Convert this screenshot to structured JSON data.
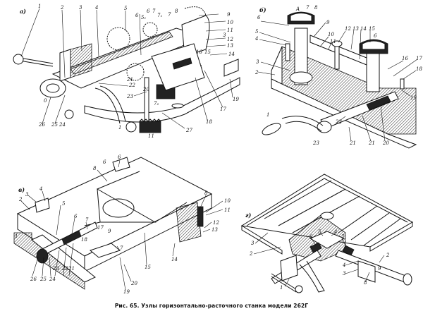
{
  "figure": {
    "caption": "Рис. 65. Узлы горизонтально-расточного станка модели 262Г"
  },
  "panels": [
    {
      "id": "a",
      "label": "а)",
      "description": "spindle drive unit with gears and handwheels",
      "callouts": [
        "1",
        "2",
        "3",
        "4",
        "5",
        "6",
        "7",
        "8",
        "9",
        "10",
        "11",
        "3",
        "12",
        "13",
        "14",
        "15",
        "16",
        "17",
        "18",
        "19",
        "20",
        "21",
        "22",
        "23",
        "24",
        "25",
        "26",
        "27",
        "5₁",
        "7₁",
        "7₂",
        "1",
        "I"
      ]
    },
    {
      "id": "b",
      "label": "б)",
      "description": "clamping mechanism with handle",
      "callouts": [
        "A",
        "7",
        "8",
        "6",
        "5",
        "4",
        "9",
        "10",
        "11",
        "12",
        "13",
        "14",
        "15",
        "6",
        "16",
        "17",
        "18",
        "19",
        "3",
        "2",
        "1",
        "22",
        "23",
        "21",
        "21",
        "20"
      ]
    },
    {
      "id": "v",
      "label": "в)",
      "description": "table slide clamping with levers",
      "callouts": [
        "6",
        "6",
        "8",
        "4",
        "3",
        "2",
        "5",
        "6",
        "7",
        "17",
        "9",
        "18",
        "1",
        "26",
        "25",
        "24",
        "23",
        "22",
        "21",
        "7",
        "19",
        "20",
        "15",
        "14",
        "8",
        "10",
        "11",
        "12",
        "13"
      ]
    },
    {
      "id": "g",
      "label": "г)",
      "description": "rotary table with T-slots and clamping",
      "callouts": [
        "3",
        "2",
        "5",
        "4",
        "6",
        "7",
        "1",
        "4",
        "3",
        "2",
        "8",
        "9"
      ]
    }
  ],
  "labels": {
    "a": [
      {
        "t": "а)"
      },
      {
        "t": "1"
      },
      {
        "t": "2"
      },
      {
        "t": "3"
      },
      {
        "t": "4"
      },
      {
        "t": "5"
      },
      {
        "t": "6"
      },
      {
        "t": "5₁"
      },
      {
        "t": "6"
      },
      {
        "t": "7"
      },
      {
        "t": "7₁"
      },
      {
        "t": "7"
      },
      {
        "t": "8"
      },
      {
        "t": "9"
      },
      {
        "t": "10"
      },
      {
        "t": "11"
      },
      {
        "t": "3"
      },
      {
        "t": "12"
      },
      {
        "t": "13"
      },
      {
        "t": "14"
      },
      {
        "t": "15"
      },
      {
        "t": "16"
      },
      {
        "t": "17"
      },
      {
        "t": "18"
      },
      {
        "t": "19"
      },
      {
        "t": "20"
      },
      {
        "t": "21"
      },
      {
        "t": "22"
      },
      {
        "t": "23"
      },
      {
        "t": "24"
      },
      {
        "t": "25"
      },
      {
        "t": "26"
      },
      {
        "t": "27"
      },
      {
        "t": "1"
      },
      {
        "t": "7₂"
      },
      {
        "t": "11"
      },
      {
        "t": "0"
      }
    ],
    "b": [
      {
        "t": "б)"
      },
      {
        "t": "A"
      },
      {
        "t": "7"
      },
      {
        "t": "8"
      },
      {
        "t": "6"
      },
      {
        "t": "5"
      },
      {
        "t": "4"
      },
      {
        "t": "9"
      },
      {
        "t": "10"
      },
      {
        "t": "11"
      },
      {
        "t": "12"
      },
      {
        "t": "13"
      },
      {
        "t": "14"
      },
      {
        "t": "15"
      },
      {
        "t": "6"
      },
      {
        "t": "16"
      },
      {
        "t": "17"
      },
      {
        "t": "18"
      },
      {
        "t": "19"
      },
      {
        "t": "3"
      },
      {
        "t": "2"
      },
      {
        "t": "1"
      },
      {
        "t": "22"
      },
      {
        "t": "23"
      },
      {
        "t": "21"
      },
      {
        "t": "21"
      },
      {
        "t": "20"
      }
    ],
    "v": [
      {
        "t": "в)"
      },
      {
        "t": "6"
      },
      {
        "t": "6"
      },
      {
        "t": "8"
      },
      {
        "t": "4"
      },
      {
        "t": "3"
      },
      {
        "t": "2"
      },
      {
        "t": "5"
      },
      {
        "t": "6"
      },
      {
        "t": "7"
      },
      {
        "t": "17"
      },
      {
        "t": "9"
      },
      {
        "t": "18"
      },
      {
        "t": "1"
      },
      {
        "t": "26"
      },
      {
        "t": "25"
      },
      {
        "t": "24"
      },
      {
        "t": "23"
      },
      {
        "t": "22"
      },
      {
        "t": "21"
      },
      {
        "t": "7"
      },
      {
        "t": "19"
      },
      {
        "t": "20"
      },
      {
        "t": "15"
      },
      {
        "t": "14"
      },
      {
        "t": "8"
      },
      {
        "t": "10"
      },
      {
        "t": "11"
      },
      {
        "t": "12"
      },
      {
        "t": "13"
      }
    ],
    "g": [
      {
        "t": "г)"
      },
      {
        "t": "3"
      },
      {
        "t": "2"
      },
      {
        "t": "5"
      },
      {
        "t": "4"
      },
      {
        "t": "6"
      },
      {
        "t": "7"
      },
      {
        "t": "1"
      },
      {
        "t": "4"
      },
      {
        "t": "3"
      },
      {
        "t": "2"
      },
      {
        "t": "8"
      },
      {
        "t": "9"
      }
    ]
  }
}
